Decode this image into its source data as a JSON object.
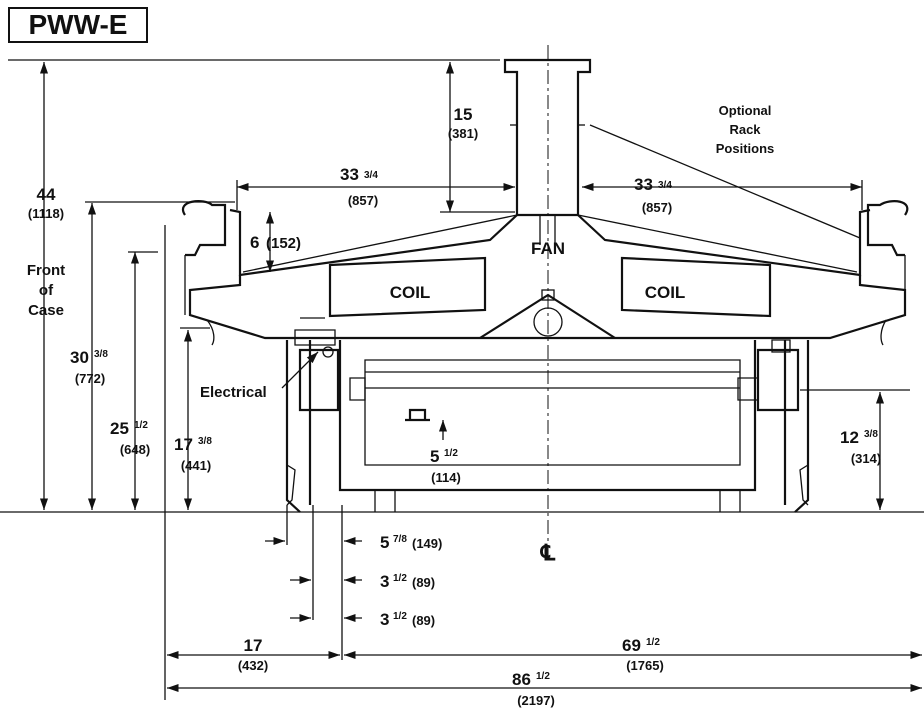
{
  "title": "PWW-E",
  "labels": {
    "fan": "FAN",
    "coil_left": "COIL",
    "coil_right": "COIL",
    "electrical": "Electrical",
    "front": "Front",
    "of": "of",
    "case": "Case",
    "optional": "Optional",
    "rack": "Rack",
    "positions": "Positions",
    "centerline": "℄"
  },
  "dimensions": {
    "d44": {
      "main": "44",
      "metric": "(1118)"
    },
    "d15": {
      "main": "15",
      "metric": "(381)"
    },
    "d33l": {
      "main": "33",
      "frac": "3/4",
      "metric": "(857)"
    },
    "d33r": {
      "main": "33",
      "frac": "3/4",
      "metric": "(857)"
    },
    "d6": {
      "main": "6",
      "metric": "(152)"
    },
    "d30": {
      "main": "30",
      "frac": "3/8",
      "metric": "(772)"
    },
    "d25": {
      "main": "25",
      "frac": "1/2",
      "metric": "(648)"
    },
    "d17v": {
      "main": "17",
      "frac": "3/8",
      "metric": "(441)"
    },
    "d12": {
      "main": "12",
      "frac": "3/8",
      "metric": "(314)"
    },
    "d5": {
      "main": "5",
      "frac": "1/2",
      "metric": "(114)"
    },
    "d578": {
      "main": "5",
      "frac": "7/8",
      "metric": "(149)"
    },
    "d312a": {
      "main": "3",
      "frac": "1/2",
      "metric": "(89)"
    },
    "d312b": {
      "main": "3",
      "frac": "1/2",
      "metric": "(89)"
    },
    "d17h": {
      "main": "17",
      "metric": "(432)"
    },
    "d69": {
      "main": "69",
      "frac": "1/2",
      "metric": "(1765)"
    },
    "d86": {
      "main": "86",
      "frac": "1/2",
      "metric": "(2197)"
    }
  }
}
